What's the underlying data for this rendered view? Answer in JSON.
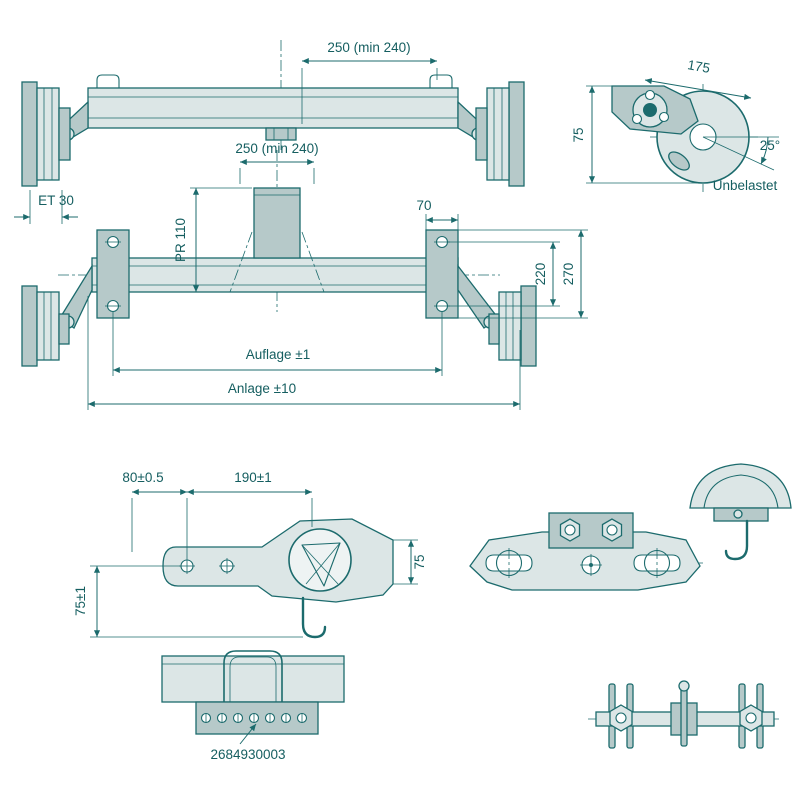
{
  "colors": {
    "line": "#1c6b6d",
    "fill_light": "#dce6e6",
    "fill_mid": "#b6c9c9",
    "background": "#ffffff",
    "text": "#155e60"
  },
  "views": {
    "front": {
      "dim_span": "250 (min 240)",
      "dim_offset": "ET 30"
    },
    "detail": {
      "dim_width": "175",
      "dim_height": "75",
      "dim_angle": "25°",
      "caption": "Unbelastet"
    },
    "top": {
      "dim_span": "250 (min 240)",
      "dim_tube": "PR 110",
      "dim_flange": "70",
      "dim_holes": "220",
      "dim_plate": "270",
      "dim_auflage": "Auflage ±1",
      "dim_anlage": "Anlage ±10"
    },
    "bracket": {
      "dim_hole_offset": "80±0.5",
      "dim_center": "190±1",
      "dim_height": "75",
      "dim_drop": "75±1"
    },
    "clamp": {
      "part_number": "2684930003"
    }
  }
}
